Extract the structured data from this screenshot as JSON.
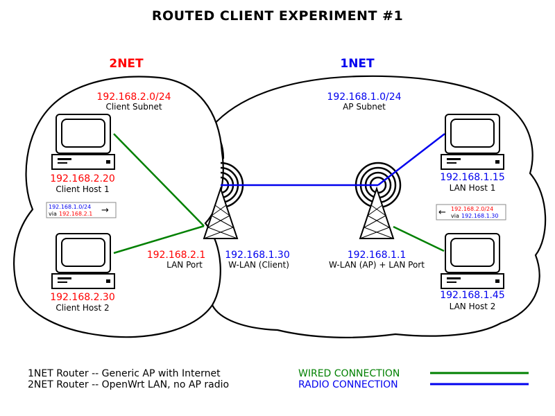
{
  "title": "ROUTED CLIENT EXPERIMENT #1",
  "colors": {
    "wired": "#008000",
    "radio": "#0000ee",
    "net2": "#ff0000",
    "net1": "#0000ee"
  },
  "net2": {
    "name": "2NET",
    "subnet_ip": "192.168.2.0/24",
    "subnet_label": "Client Subnet",
    "host1": {
      "ip": "192.168.2.20",
      "label": "Client Host 1"
    },
    "host2": {
      "ip": "192.168.2.30",
      "label": "Client Host 2"
    },
    "route": {
      "dest": "192.168.1.0/24",
      "via_label": "via",
      "via_ip": "192.168.2.1",
      "arrow": "→"
    },
    "router_lan_ip": "192.168.2.1",
    "router_lan_label": "LAN Port",
    "router_wlan_ip": "192.168.1.30",
    "router_wlan_label": "W-LAN (Client)"
  },
  "net1": {
    "name": "1NET",
    "subnet_ip": "192.168.1.0/24",
    "subnet_label": "AP Subnet",
    "host1": {
      "ip": "192.168.1.15",
      "label": "LAN Host 1"
    },
    "host2": {
      "ip": "192.168.1.45",
      "label": "LAN Host 2"
    },
    "route": {
      "dest": "192.168.2.0/24",
      "via_label": "via",
      "via_ip": "192.168.1.30",
      "arrow": "←"
    },
    "router_ip": "192.168.1.1",
    "router_label": "W-LAN (AP) + LAN Port"
  },
  "legend": {
    "line1": "1NET Router -- Generic AP with Internet",
    "line2": "2NET Router -- OpenWrt LAN, no AP radio",
    "wired": "WIRED CONNECTION",
    "radio": "RADIO CONNECTION"
  }
}
